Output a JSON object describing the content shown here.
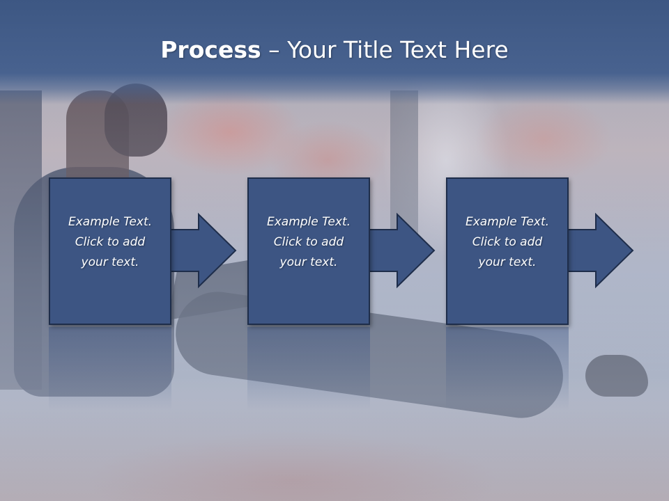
{
  "slide": {
    "title_bold": "Process",
    "title_rest": " – Your Title Text Here"
  },
  "steps": [
    {
      "line1": "Example Text.",
      "line2": "Click  to add",
      "line3": "your text."
    },
    {
      "line1": "Example Text.",
      "line2": "Click  to add",
      "line3": "your text."
    },
    {
      "line1": "Example Text.",
      "line2": "Click  to add",
      "line3": "your text."
    }
  ],
  "colors": {
    "title_bar": "#3d5783",
    "step_fill": "#3d5583",
    "step_border": "#1e2d4a",
    "text": "#ffffff"
  },
  "icons": [
    "right-arrow-icon",
    "right-arrow-icon",
    "right-arrow-icon"
  ]
}
